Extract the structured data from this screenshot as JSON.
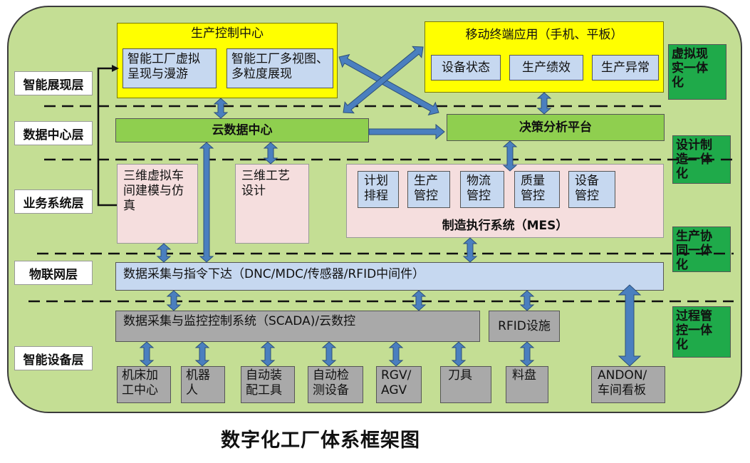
{
  "title": "数字化工厂体系框架图",
  "layers": [
    "智能展现层",
    "数据中心层",
    "业务系统层",
    "物联网层",
    "智能设备层"
  ],
  "side_labels": [
    [
      "虚拟现",
      "实一体",
      "化"
    ],
    [
      "设计制",
      "造一体",
      "化"
    ],
    [
      "生产协",
      "同一体",
      "化"
    ],
    [
      "过程管",
      "控一体",
      "化"
    ]
  ],
  "production_center": {
    "title": "生产控制中心",
    "items": [
      [
        "智能工厂虚拟",
        "呈现与漫游"
      ],
      [
        "智能工厂多视图、",
        "多粒度展现"
      ]
    ]
  },
  "mobile": {
    "title": "移动终端应用（手机、平板）",
    "items": [
      "设备状态",
      "生产绩效",
      "生产异常"
    ]
  },
  "cloud_data_center": "云数据中心",
  "decision_platform": "决策分析平台",
  "virtual_workshop": [
    "三维虚拟车",
    "间建模与仿",
    "真"
  ],
  "process_design": [
    "三维工艺",
    "设计"
  ],
  "mes": {
    "title": "制造执行系统（MES）",
    "items": [
      [
        "计划",
        "排程"
      ],
      [
        "生产",
        "管控"
      ],
      [
        "物流",
        "管控"
      ],
      [
        "质量",
        "管控"
      ],
      [
        "设备",
        "管控"
      ]
    ]
  },
  "iot_bar": "数据采集与指令下达（DNC/MDC/传感器/RFID中间件）",
  "scada": "数据采集与监控控制系统（SCADA)/云数控",
  "rfid": "RFID设施",
  "devices": [
    [
      "机床加",
      "工中心"
    ],
    [
      "机器",
      "人"
    ],
    [
      "自动装",
      "配工具"
    ],
    [
      "自动检",
      "测设备"
    ],
    [
      "RGV/",
      "AGV"
    ],
    [
      "刀具"
    ],
    [
      "料盘"
    ],
    [
      "ANDON/",
      "车间看板"
    ]
  ],
  "colors": {
    "background": "#c4de94",
    "yellow": "#ffff00",
    "blue": "#c6d8f0",
    "pink": "#f5dede",
    "green_bar": "#8fcf4f",
    "side_green": "#1faa4a",
    "grey": "#a9a9a9",
    "arrow": "#4a7fbf"
  }
}
